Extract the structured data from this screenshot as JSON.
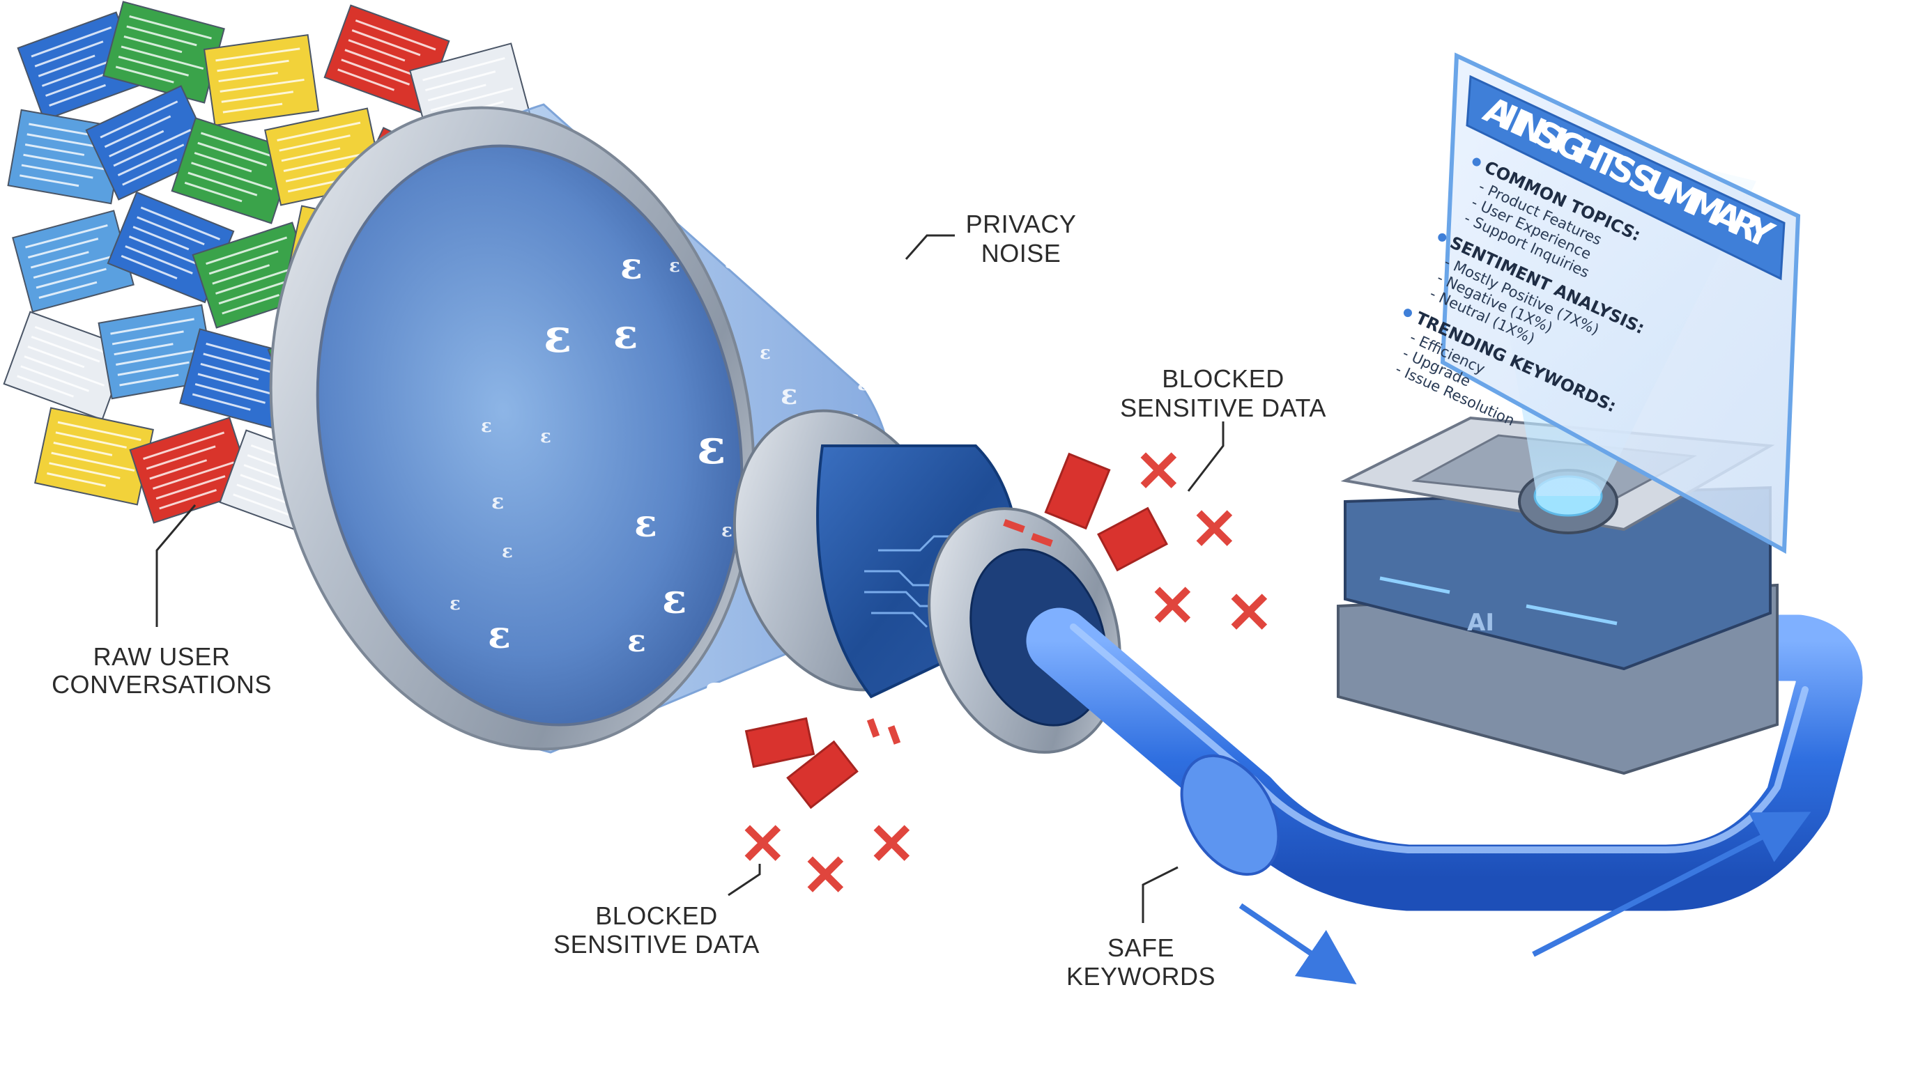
{
  "labels": {
    "raw_user_line1": "RAW USER",
    "raw_user_line2": "CONVERSATIONS",
    "privacy_line1": "PRIVACY",
    "privacy_line2": "NOISE",
    "blocked_top_line1": "BLOCKED",
    "blocked_top_line2": "SENSITIVE DATA",
    "blocked_bottom_line1": "BLOCKED",
    "blocked_bottom_line2": "SENSITIVE DATA",
    "safe_line1": "SAFE",
    "safe_line2": "KEYWORDS"
  },
  "panel": {
    "title": "AI INSIGHTS SUMMARY",
    "sections": [
      {
        "heading": "COMMON TOPICS:",
        "items": [
          "- Product Features",
          "- User Experience",
          "- Support Inquiries"
        ]
      },
      {
        "heading": "SENTIMENT ANALYSIS:",
        "items": [
          "- Mostly Positive (7X%)",
          "- Negative (1X%)",
          "- Neutral (1X%)"
        ]
      },
      {
        "heading": "TRENDING KEYWORDS:",
        "items": [
          "- Efficiency",
          "- Upgrade",
          "- Issue Resolution"
        ]
      }
    ]
  },
  "device": {
    "badge": "AI"
  },
  "noise_symbol": "ε",
  "colors": {
    "funnel_blue": "#5f8fd6",
    "pipe_blue": "#2f6fe0",
    "blocked_red": "#d9332e",
    "panel_blue": "#3f7fd8",
    "paper_colors": [
      "#2f6fcf",
      "#3aa34a",
      "#f2d23a",
      "#d9342b",
      "#e9edf2",
      "#5aa0e0"
    ]
  }
}
